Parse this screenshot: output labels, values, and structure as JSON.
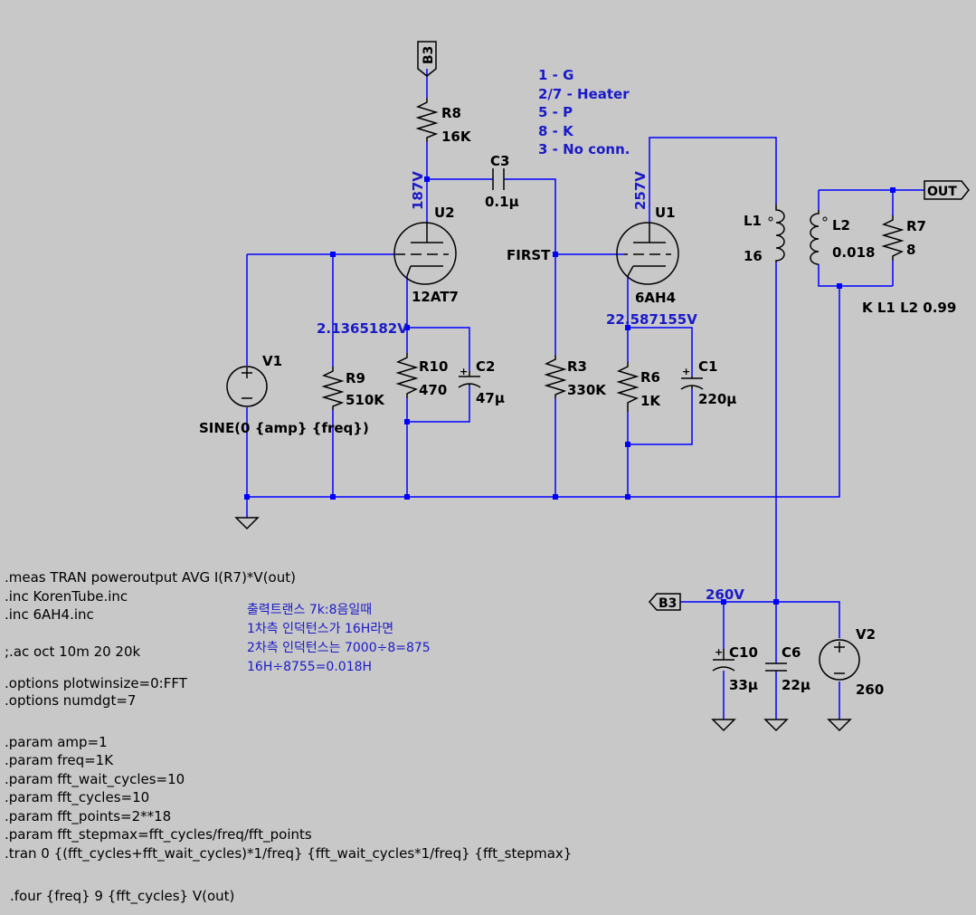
{
  "pinout": [
    "1 - G",
    "2/7 - Heater",
    "5 - P",
    "8 - K",
    "3 - No conn."
  ],
  "nets": {
    "b3": "B3",
    "out": "OUT",
    "first": "FIRST"
  },
  "components": {
    "r8": {
      "name": "R8",
      "value": "16K"
    },
    "c3": {
      "name": "C3",
      "value": "0.1µ"
    },
    "u2": {
      "name": "U2",
      "model": "12AT7"
    },
    "u1": {
      "name": "U1",
      "model": "6AH4"
    },
    "l1": {
      "name": "L1",
      "value": "16"
    },
    "l2": {
      "name": "L2",
      "value": "0.018"
    },
    "r7": {
      "name": "R7",
      "value": "8"
    },
    "v1": {
      "name": "V1",
      "value": "SINE(0 {amp} {freq})"
    },
    "r9": {
      "name": "R9",
      "value": "510K"
    },
    "r10": {
      "name": "R10",
      "value": "470"
    },
    "c2": {
      "name": "C2",
      "value": "47µ"
    },
    "r3": {
      "name": "R3",
      "value": "330K"
    },
    "r6": {
      "name": "R6",
      "value": "1K"
    },
    "c1": {
      "name": "C1",
      "value": "220µ"
    },
    "c10": {
      "name": "C10",
      "value": "33µ"
    },
    "c6": {
      "name": "C6",
      "value": "22µ"
    },
    "v2": {
      "name": "V2",
      "value": "260"
    }
  },
  "coupling": "K L1 L2 0.99",
  "voltages": {
    "u2_plate": "187V",
    "u1_plate": "257V",
    "u2_cathode": "2.1365182V",
    "u1_cathode": "22.587155V",
    "supply": "260V"
  },
  "korean_notes": [
    "출력트랜스 7k:8음일때",
    "1차측 인덕턴스가 16H라면",
    "2차측 인덕턴스는 7000÷8=875",
    "16H÷8755=0.018H"
  ],
  "directives": [
    ".meas TRAN poweroutput AVG I(R7)*V(out)",
    ".inc KorenTube.inc",
    ".inc 6AH4.inc",
    ";.ac oct 10m 20 20k",
    ".options plotwinsize=0:FFT",
    ".options numdgt=7",
    ".param amp=1",
    ".param freq=1K",
    ".param fft_wait_cycles=10",
    ".param fft_cycles=10",
    ".param fft_points=2**18",
    ".param fft_stepmax=fft_cycles/freq/fft_points",
    ".tran 0 {(fft_cycles+fft_wait_cycles)*1/freq} {fft_wait_cycles*1/freq} {fft_stepmax}",
    ".four {freq} 9 {fft_cycles} V(out)"
  ]
}
